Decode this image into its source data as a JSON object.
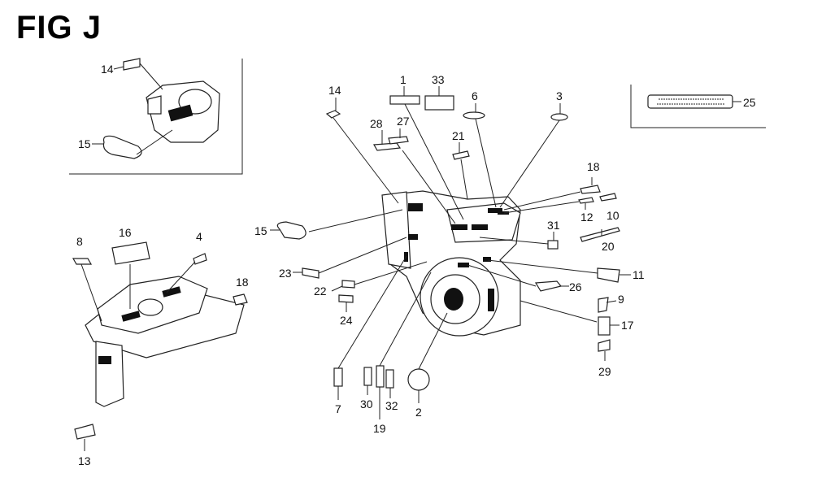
{
  "title": "FIG J",
  "labels": {
    "inset_14": "14",
    "inset_15": "15",
    "tank_8": "8",
    "tank_16": "16",
    "tank_4": "4",
    "tank_18": "18",
    "tank_13": "13",
    "l14": "14",
    "l1": "1",
    "l33": "33",
    "l6": "6",
    "l3": "3",
    "l28": "28",
    "l27": "27",
    "l21": "21",
    "l18": "18",
    "l12": "12",
    "l10": "10",
    "l20": "20",
    "l31": "31",
    "l15": "15",
    "l23": "23",
    "l11": "11",
    "l26": "26",
    "l22": "22",
    "l24": "24",
    "l9": "9",
    "l17": "17",
    "l29": "29",
    "l7": "7",
    "l30": "30",
    "l19": "19",
    "l32": "32",
    "l2": "2",
    "l25": "25"
  }
}
